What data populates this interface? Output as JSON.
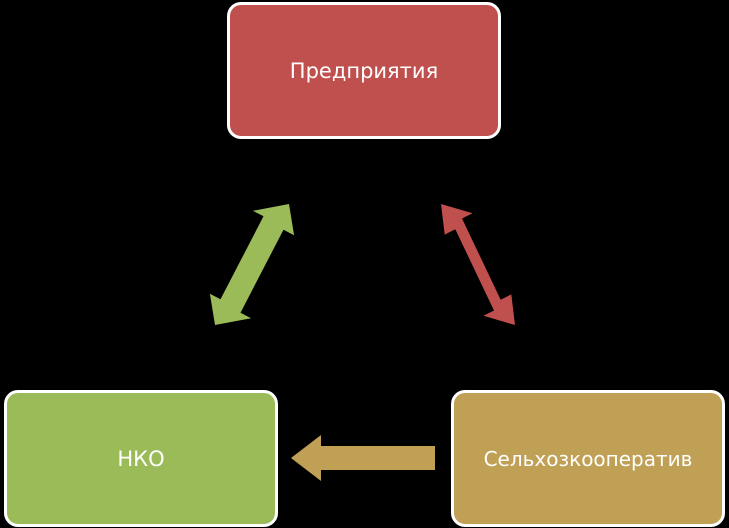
{
  "nodes": {
    "top": {
      "label": "Предприятия",
      "color": "#C0504D"
    },
    "left": {
      "label": "НКО",
      "color": "#9BBB59"
    },
    "right": {
      "label": "Сельхозкооператив",
      "color": "#C0A055"
    }
  },
  "edges": [
    {
      "from": "top",
      "to": "left",
      "direction": "both",
      "color": "#9BBB59"
    },
    {
      "from": "top",
      "to": "right",
      "direction": "both",
      "color": "#C0504D"
    },
    {
      "from": "right",
      "to": "left",
      "direction": "single",
      "color": "#C0A055"
    }
  ],
  "border_color": "#FFFFFF",
  "background": "#000000"
}
